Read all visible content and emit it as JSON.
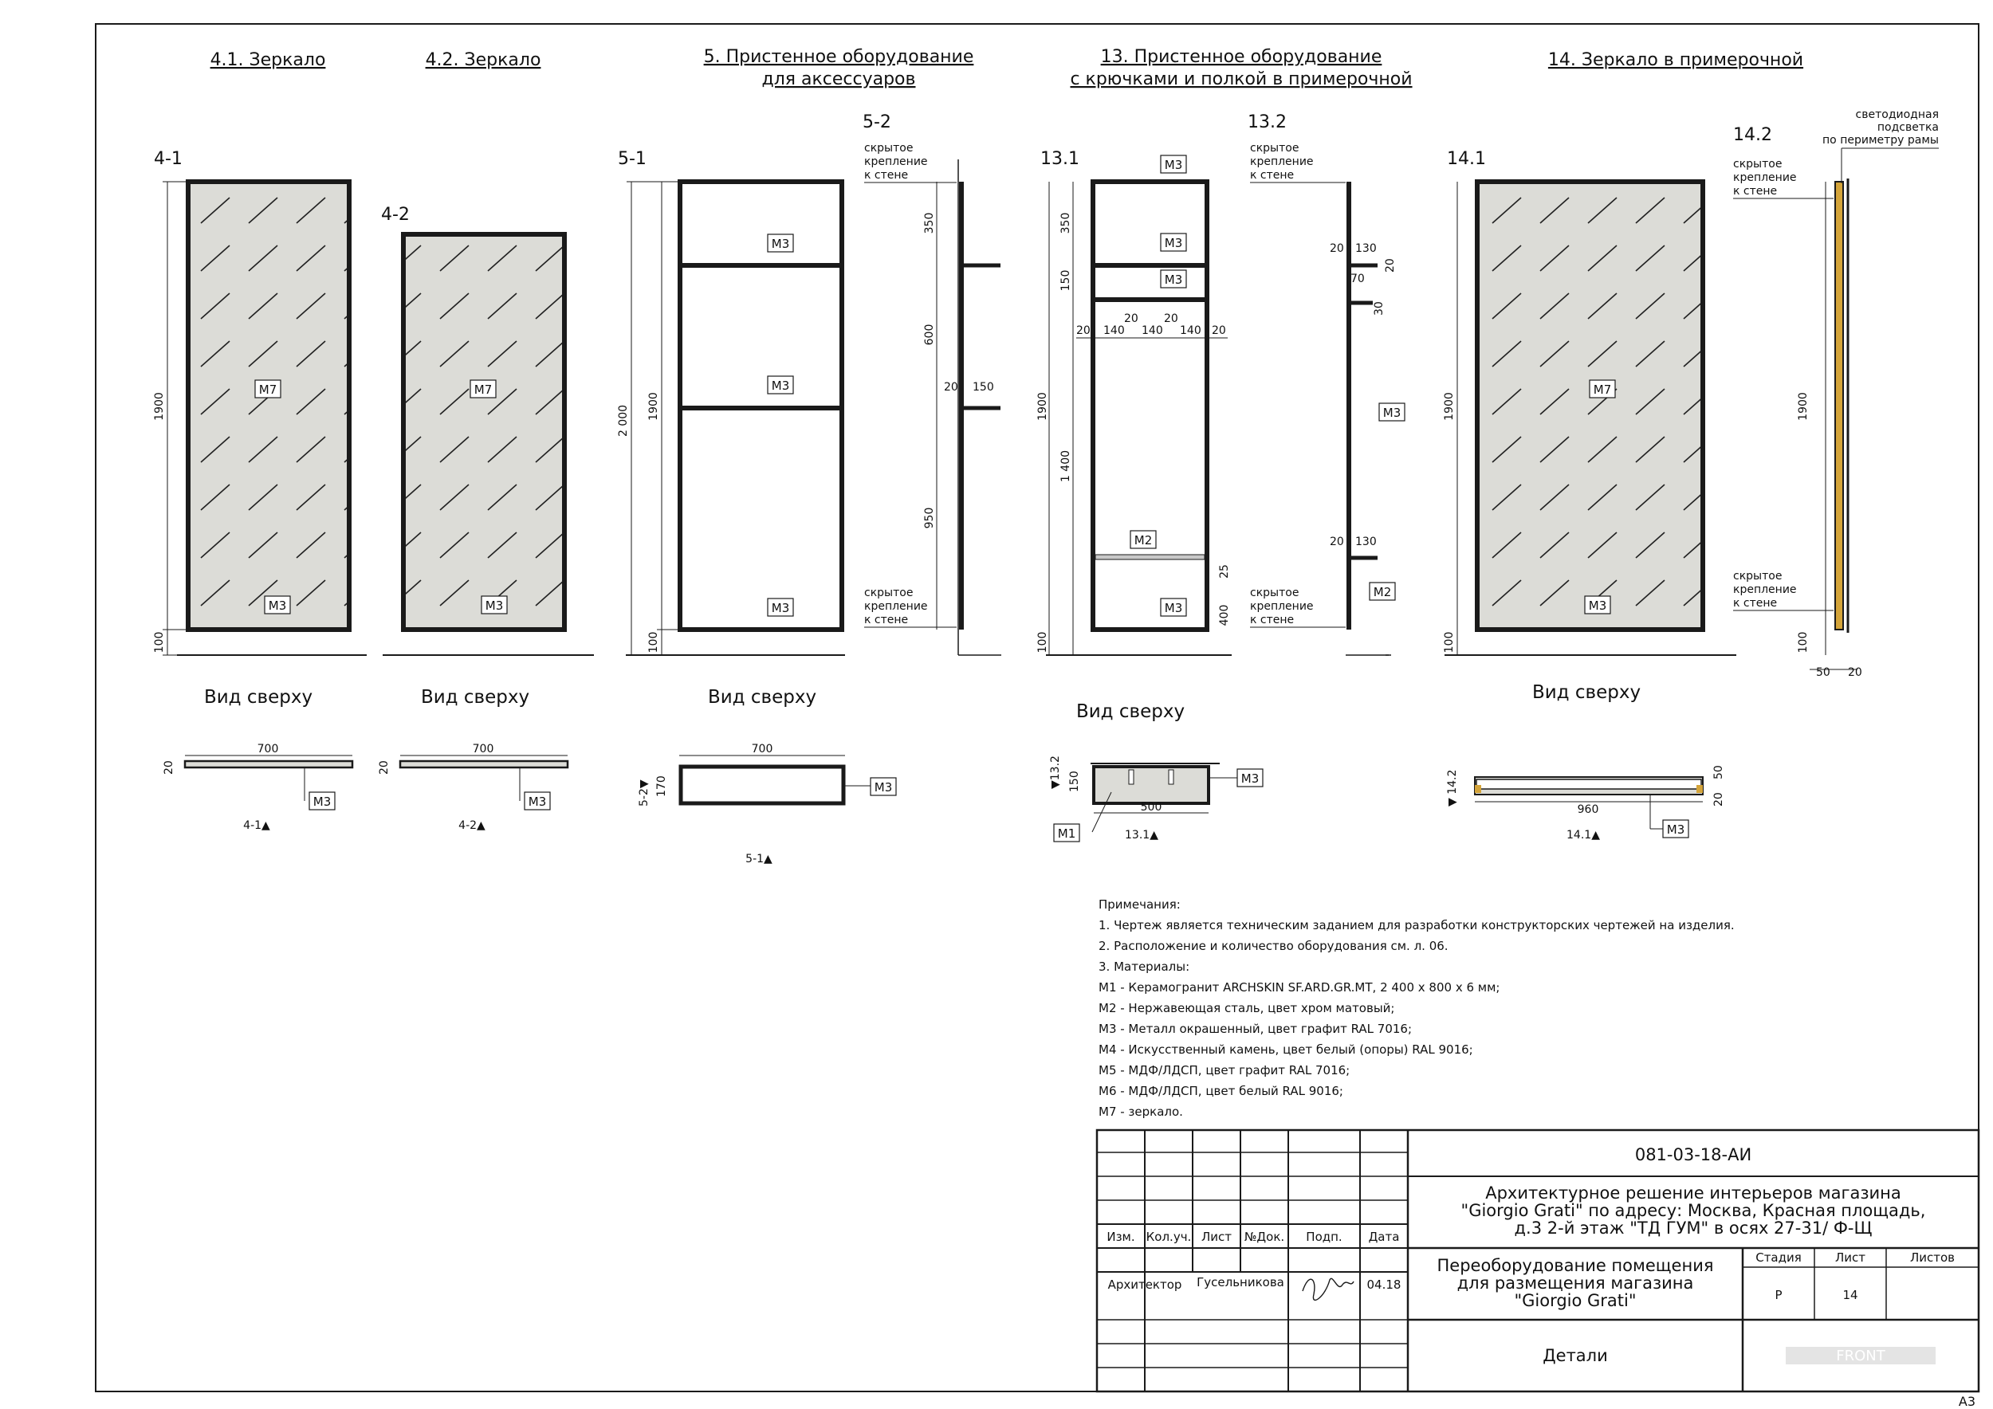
{
  "titles": {
    "t41": "4.1. Зеркало",
    "t42": "4.2. Зеркало",
    "t5a": "5. Пристенное оборудование",
    "t5b": "для аксессуаров",
    "t13a": "13. Пристенное оборудование",
    "t13b": "с крючками и полкой в примерочной",
    "t14": "14. Зеркало в примерочной"
  },
  "tags": {
    "d41": "4-1",
    "d42": "4-2",
    "d51": "5-1",
    "d52": "5-2",
    "d131": "13.1",
    "d132": "13.2",
    "d141": "14.1",
    "d142": "14.2"
  },
  "materials": {
    "m1": "М1",
    "m2": "М2",
    "m3": "М3",
    "m7": "М7"
  },
  "dims": {
    "d1900": "1900",
    "d100": "100",
    "d2000": "2 000",
    "d350": "350",
    "d600": "600",
    "d950": "950",
    "d20": "20",
    "d150": "150",
    "d140": "140",
    "d1400": "1 400",
    "d25": "25",
    "d400": "400",
    "d130": "130",
    "d70": "70",
    "d30": "30",
    "d700": "700",
    "d170": "170",
    "d500": "500",
    "d960": "960",
    "d50": "50"
  },
  "labels": {
    "hidden_mount": [
      "скрытое",
      "крепление",
      "к стене"
    ],
    "led": [
      "светодиодная",
      "подсветка",
      "по периметру рамы"
    ],
    "top_view": "Вид сверху",
    "sec41": "4-1▲",
    "sec42": "4-2▲",
    "sec51": "5-1▲",
    "sec52": "5-2▼",
    "sec131": "13.1▲",
    "sec132": "▼13.2",
    "sec141": "14.1▲",
    "sec142": "▼ 14.2"
  },
  "notes": {
    "heading": "Примечания:",
    "lines": [
      "1. Чертеж является техническим заданием для разработки конструкторских чертежей на изделия.",
      "2. Расположение и количество оборудования см. л. 06.",
      "3. Материалы:",
      "М1 - Керамогранит ARCHSKIN SF.ARD.GR.MT, 2 400 х 800 х 6 мм;",
      "М2 - Нержавеющая сталь, цвет хром матовый;",
      "М3 - Металл окрашенный, цвет графит RAL 7016;",
      "М4 - Искусственный камень, цвет белый (опоры) RAL 9016;",
      "М5 - МДФ/ЛДСП, цвет графит RAL 7016;",
      "М6 - МДФ/ЛДСП, цвет белый RAL 9016;",
      "М7 - зеркало."
    ]
  },
  "title_block": {
    "code": "081-03-18-АИ",
    "project": [
      "Архитектурное решение интерьеров магазина",
      "\"Giorgio Grati\" по адресу: Москва, Красная площадь,",
      "д.3 2-й этаж \"ТД ГУМ\" в осях  27-31/ Ф-Щ"
    ],
    "headers": [
      "Изм.",
      "Кол.уч.",
      "Лист",
      "№Док.",
      "Подп.",
      "Дата"
    ],
    "role": "Архитектор",
    "name": "Гусельникова",
    "date": "04.18",
    "section": [
      "Переоборудование помещения",
      "для размещения магазина",
      "\"Giorgio Grati\""
    ],
    "stage_h": "Стадия",
    "sheet_h": "Лист",
    "sheets_h": "Листов",
    "stage": "Р",
    "sheet": "14",
    "sheet_name": "Детали",
    "logo": "FRONT"
  },
  "format": "А3",
  "colors": {
    "line": "#1a1a1a",
    "mirror": "#dcdcd7",
    "accent": "#d4a43a"
  }
}
